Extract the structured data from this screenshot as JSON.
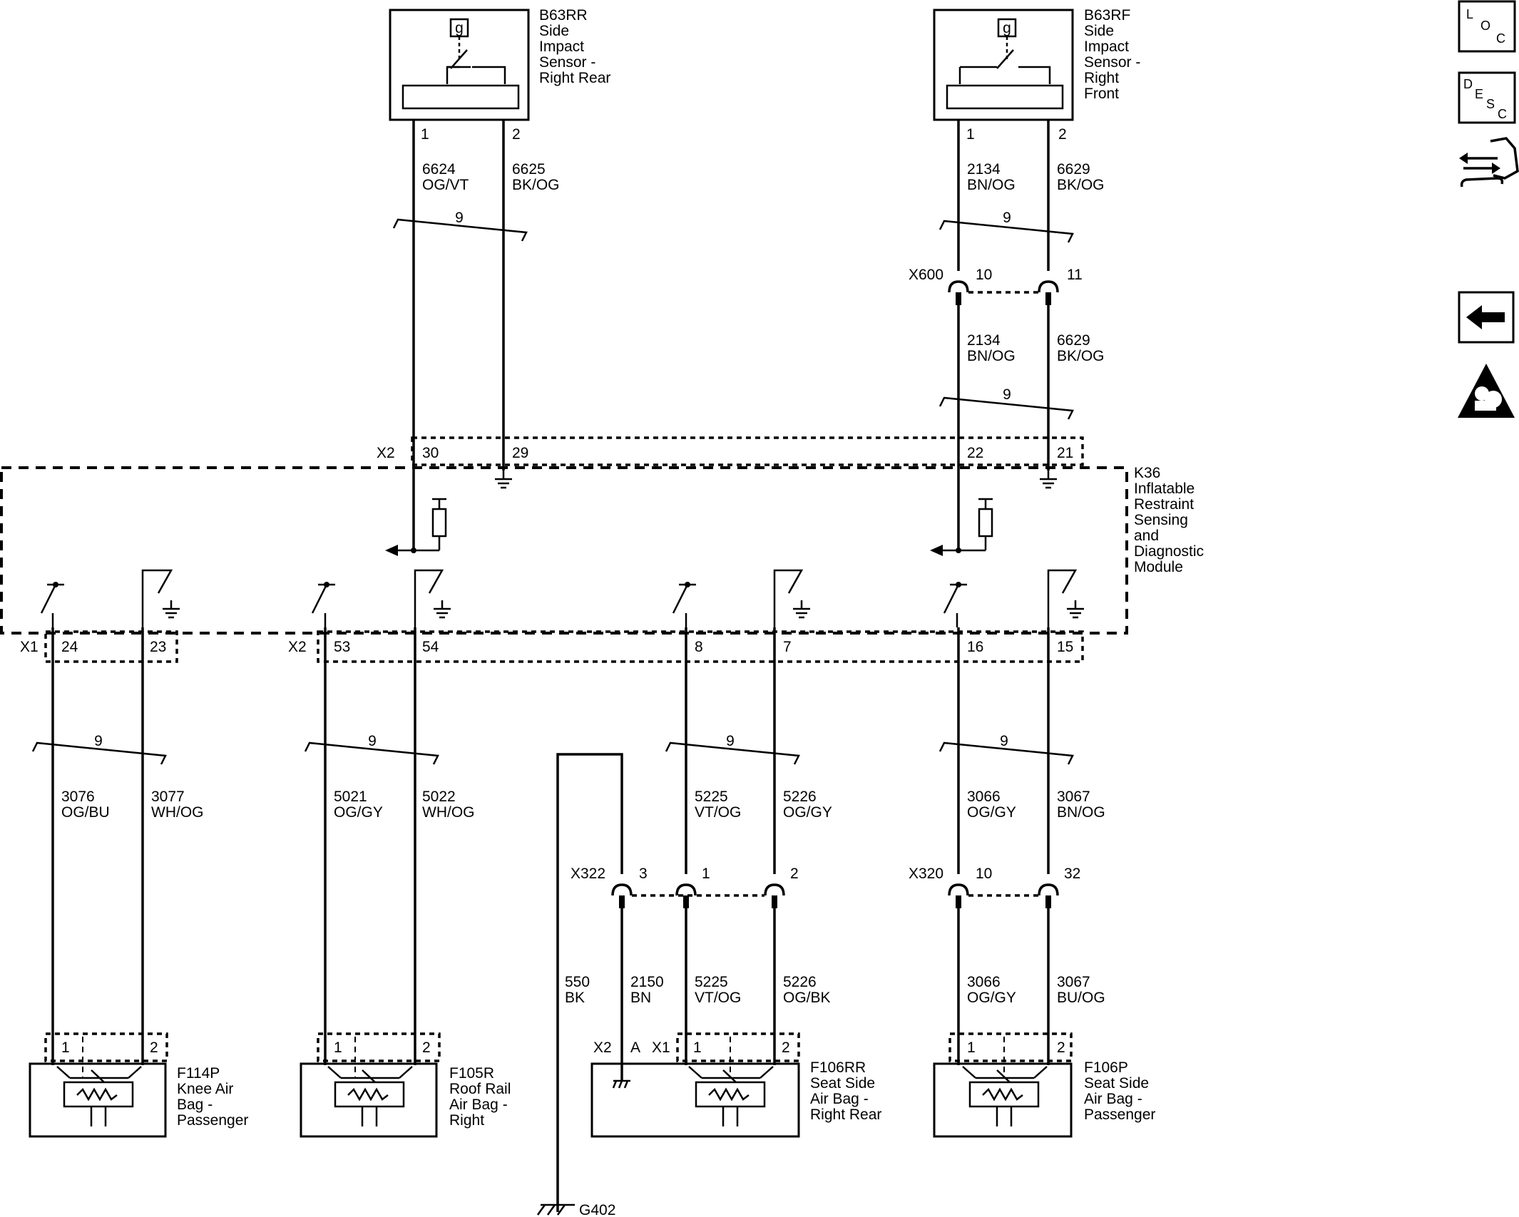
{
  "toolbar": {
    "loc_letters": [
      "L",
      "O",
      "C"
    ],
    "desc_letters": [
      "D",
      "E",
      "S",
      "C"
    ],
    "icons": [
      "loc-icon",
      "desc-icon",
      "connector-end-view-icon",
      "back-arrow-icon",
      "airbag-warning-icon"
    ]
  },
  "components": {
    "b63rr": {
      "id": "B63RR",
      "lines": [
        "Side",
        "Impact",
        "Sensor -",
        "Right Rear"
      ],
      "pin1": "1",
      "pin2": "2"
    },
    "b63rf": {
      "id": "B63RF",
      "lines": [
        "Side",
        "Impact",
        "Sensor -",
        "Right",
        "Front"
      ],
      "pin1": "1",
      "pin2": "2"
    },
    "k36": {
      "id": "K36",
      "lines": [
        "Inflatable",
        "Restraint",
        "Sensing",
        "and",
        "Diagnostic",
        "Module"
      ]
    },
    "f114p": {
      "id": "F114P",
      "lines": [
        "Knee Air",
        "Bag -",
        "Passenger"
      ],
      "pin1": "1",
      "pin2": "2"
    },
    "f105r": {
      "id": "F105R",
      "lines": [
        "Roof Rail",
        "Air Bag -",
        "Right"
      ],
      "pin1": "1",
      "pin2": "2"
    },
    "f106rr": {
      "id": "F106RR",
      "lines": [
        "Seat Side",
        "Air Bag -",
        "Right Rear"
      ],
      "conn_x2": "X2",
      "pin_a": "A",
      "conn_x1": "X1",
      "pin1": "1",
      "pin2": "2"
    },
    "f106p": {
      "id": "F106P",
      "lines": [
        "Seat Side",
        "Air Bag -",
        "Passenger"
      ],
      "pin1": "1",
      "pin2": "2"
    }
  },
  "sensor_symbol": "g",
  "twist_label": "9",
  "connectors": {
    "x2_top": {
      "name": "X2",
      "pins": [
        "30",
        "29",
        "22",
        "21"
      ]
    },
    "x1_bottom": {
      "name": "X1",
      "pins": [
        "24",
        "23"
      ]
    },
    "x2_bottom": {
      "name": "X2",
      "pins": [
        "53",
        "54",
        "8",
        "7",
        "16",
        "15"
      ]
    },
    "x600": {
      "name": "X600",
      "pins": [
        "10",
        "11"
      ]
    },
    "x322": {
      "name": "X322",
      "pins": [
        "3",
        "1",
        "2"
      ]
    },
    "x320": {
      "name": "X320",
      "pins": [
        "10",
        "32"
      ]
    }
  },
  "wires": {
    "w6624": {
      "circuit": "6624",
      "color": "OG/VT"
    },
    "w6625": {
      "circuit": "6625",
      "color": "BK/OG"
    },
    "w2134a": {
      "circuit": "2134",
      "color": "BN/OG"
    },
    "w6629a": {
      "circuit": "6629",
      "color": "BK/OG"
    },
    "w2134b": {
      "circuit": "2134",
      "color": "BN/OG"
    },
    "w6629b": {
      "circuit": "6629",
      "color": "BK/OG"
    },
    "w3076": {
      "circuit": "3076",
      "color": "OG/BU"
    },
    "w3077": {
      "circuit": "3077",
      "color": "WH/OG"
    },
    "w5021": {
      "circuit": "5021",
      "color": "OG/GY"
    },
    "w5022": {
      "circuit": "5022",
      "color": "WH/OG"
    },
    "w5225a": {
      "circuit": "5225",
      "color": "VT/OG"
    },
    "w5226a": {
      "circuit": "5226",
      "color": "OG/GY"
    },
    "w3066a": {
      "circuit": "3066",
      "color": "OG/GY"
    },
    "w3067a": {
      "circuit": "3067",
      "color": "BN/OG"
    },
    "w550": {
      "circuit": "550",
      "color": "BK"
    },
    "w2150": {
      "circuit": "2150",
      "color": "BN"
    },
    "w5225b": {
      "circuit": "5225",
      "color": "VT/OG"
    },
    "w5226b": {
      "circuit": "5226",
      "color": "OG/BK"
    },
    "w3066b": {
      "circuit": "3066",
      "color": "OG/GY"
    },
    "w3067b": {
      "circuit": "3067",
      "color": "BU/OG"
    }
  },
  "ground": {
    "name": "G402"
  }
}
